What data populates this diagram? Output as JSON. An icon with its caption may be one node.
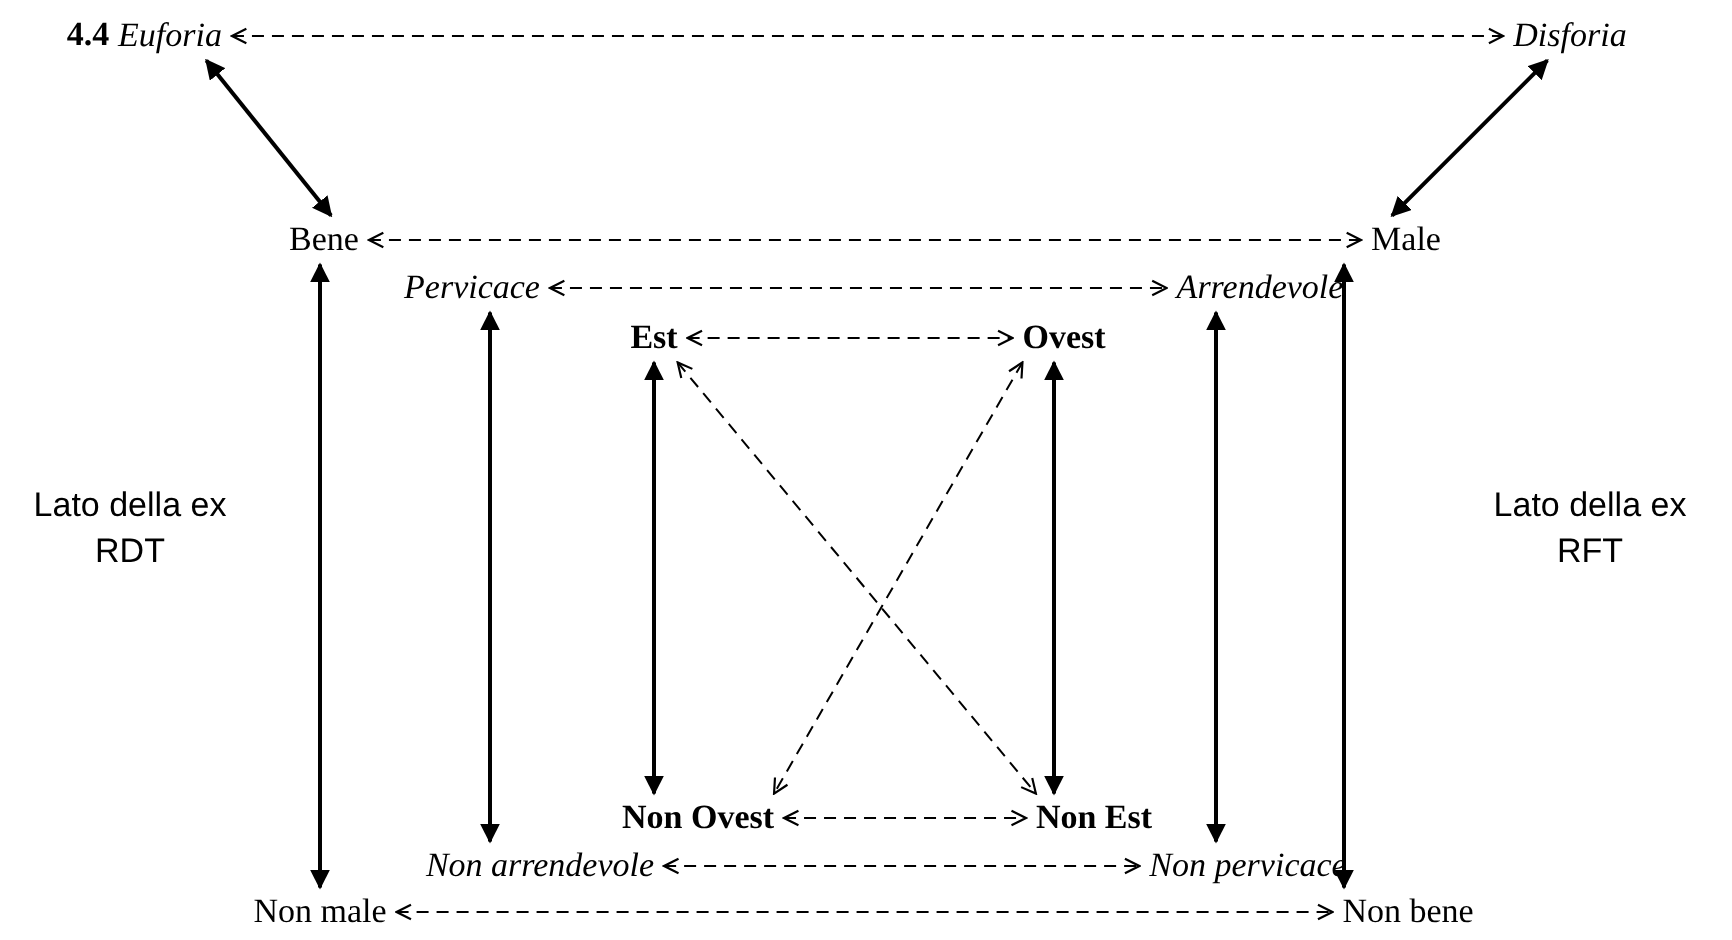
{
  "diagram": {
    "nodes": [
      {
        "text": [
          "Euforia"
        ]
      },
      {
        "text": [
          "Disforia"
        ]
      },
      {
        "text": [
          "Bene"
        ]
      },
      {
        "text": [
          "Male"
        ]
      },
      {
        "text": [
          "Pervicace"
        ]
      },
      {
        "text": [
          "Arrendevole"
        ]
      },
      {
        "text": [
          "Est"
        ]
      },
      {
        "text": [
          "Ovest"
        ]
      },
      {
        "text": [
          "Non Ovest"
        ]
      },
      {
        "text": [
          "Non Est"
        ]
      },
      {
        "text": [
          "Non arrendevole"
        ]
      },
      {
        "text": [
          "Non pervicace"
        ]
      },
      {
        "text": [
          "Non male"
        ]
      },
      {
        "text": [
          "Non bene"
        ]
      }
    ],
    "edges": [
      {
        "from": 0,
        "to": 1,
        "arrow": "both",
        "style": "dashed"
      },
      {
        "from": 0,
        "to": 2,
        "arrow": "both"
      },
      {
        "from": 1,
        "to": 3,
        "arrow": "both"
      },
      {
        "from": 2,
        "to": 3,
        "arrow": "both",
        "style": "dashed"
      },
      {
        "from": 4,
        "to": 5,
        "arrow": "both",
        "style": "dashed"
      },
      {
        "from": 6,
        "to": 7,
        "arrow": "both",
        "style": "dashed"
      },
      {
        "from": 2,
        "to": 12,
        "arrow": "both"
      },
      {
        "from": 4,
        "to": 10,
        "arrow": "both"
      },
      {
        "from": 6,
        "to": 8,
        "arrow": "both"
      },
      {
        "from": 7,
        "to": 9,
        "arrow": "both"
      },
      {
        "from": 5,
        "to": 11,
        "arrow": "both"
      },
      {
        "from": 3,
        "to": 13,
        "arrow": "both"
      },
      {
        "from": 6,
        "to": 9,
        "arrow": "both",
        "style": "dashed"
      },
      {
        "from": 7,
        "to": 8,
        "arrow": "both",
        "style": "dashed"
      },
      {
        "from": 8,
        "to": 9,
        "arrow": "both",
        "style": "dashed"
      },
      {
        "from": 10,
        "to": 11,
        "arrow": "both",
        "style": "dashed"
      },
      {
        "from": 12,
        "to": 13,
        "arrow": "both",
        "style": "dashed"
      }
    ],
    "labels": [
      "4.4",
      "Lato della ex RDT",
      "Lato della ex RFT"
    ]
  }
}
